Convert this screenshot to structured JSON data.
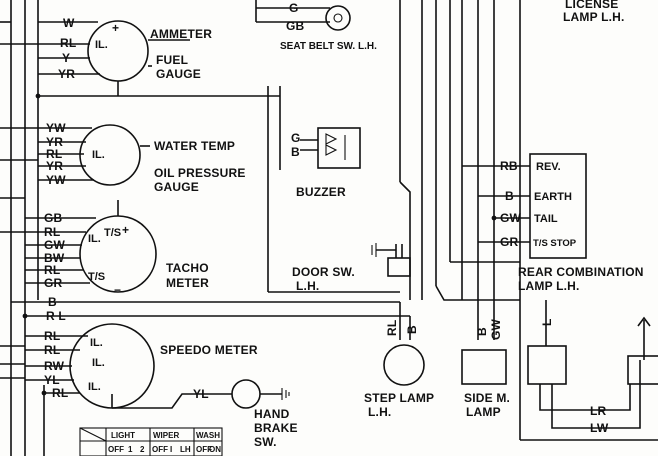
{
  "components": {
    "ammeter": {
      "label": "AMMETER",
      "wires": [
        "W",
        "RL",
        "Y",
        "YR"
      ],
      "inner": "IL.",
      "plus": "+"
    },
    "fuel_gauge": {
      "line1": "FUEL",
      "line2": "GAUGE"
    },
    "seat_belt": {
      "label": "SEAT BELT SW. L.H.",
      "wires": [
        "G",
        "GB"
      ]
    },
    "license_lamp": {
      "line1": "LICENSE",
      "line2": "LAMP L.H."
    },
    "water_temp": {
      "label": "WATER TEMP",
      "wires": [
        "YW",
        "YR",
        "RL",
        "YR",
        "YW"
      ],
      "inner": "IL."
    },
    "oil_pressure": {
      "line1": "OIL PRESSURE",
      "line2": "GAUGE"
    },
    "buzzer": {
      "label": "BUZZER",
      "wires": [
        "G",
        "B"
      ]
    },
    "tacho": {
      "line1": "TACHO",
      "line2": "METER",
      "wires": [
        "GB",
        "RL",
        "GW",
        "BW",
        "RL",
        "GR"
      ],
      "inner1": "IL.",
      "inner2": "T/S",
      "inner3": "T/S",
      "plus": "+",
      "minus": "−"
    },
    "door_sw": {
      "line1": "DOOR SW.",
      "line2": "L.H."
    },
    "rear_combination": {
      "line1": "REAR COMBINATION",
      "line2": "LAMP L.H.",
      "wires": [
        "RB",
        "B",
        "GW",
        "GR"
      ],
      "terminals": [
        "REV.",
        "EARTH",
        "TAIL",
        "T/S STOP"
      ]
    },
    "bus_wires": [
      "B",
      "R L"
    ],
    "step_lamp": {
      "line1": "STEP LAMP",
      "line2": "L.H.",
      "wires": [
        "RL",
        "B"
      ]
    },
    "side_marker": {
      "line1": "SIDE M.",
      "line2": "LAMP",
      "wires": [
        "B",
        "GW"
      ]
    },
    "right_lamp": {
      "wires": [
        "L",
        "LR",
        "LW"
      ]
    },
    "speedo": {
      "label": "SPEEDO METER",
      "wires": [
        "RL",
        "RL",
        "RW",
        "YL",
        "RL"
      ],
      "inner1": "IL.",
      "inner2": "IL.",
      "inner3": "IL."
    },
    "hand_brake": {
      "wire": "YL",
      "line1": "HAND",
      "line2": "BRAKE",
      "line3": "SW."
    },
    "switch_table": {
      "headers": [
        "LIGHT",
        "WIPER",
        "WASH"
      ],
      "cells": [
        "OFF",
        "1",
        "2",
        "OFF",
        "I",
        "LH",
        "OFF",
        "ON"
      ]
    }
  }
}
